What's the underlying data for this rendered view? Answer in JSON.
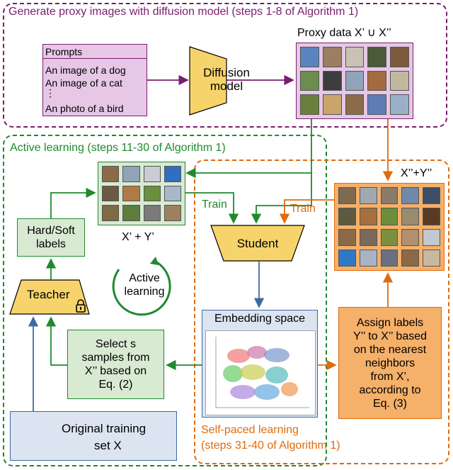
{
  "regions": {
    "diffusion": {
      "title": "Generate proxy images with diffusion model (steps 1-8 of Algorithm 1)",
      "color": "#7b1d6f"
    },
    "active": {
      "title": "Active learning (steps 11-30 of Algorithm 1)",
      "color": "#1f8a2e"
    },
    "selfpaced": {
      "title_line1": "Self-paced learning",
      "title_line2": "(steps 31-40 of Algorithm 1)",
      "color": "#e06b0c"
    }
  },
  "prompts": {
    "header": "Prompts",
    "items": [
      "An image of a dog",
      "An image of a cat",
      "⋮",
      "An photo of a bird"
    ]
  },
  "diffusion_model": {
    "line1": "Diffusion",
    "line2": "model"
  },
  "proxy_data": {
    "label": "Proxy data X’ ∪ X’’"
  },
  "xy_prime": {
    "label": "X’ + Y’"
  },
  "xy_double": {
    "label": "X’’+Y’’"
  },
  "train_label_green": "Train",
  "train_label_orange": "Train",
  "student": "Student",
  "embedding": {
    "title": "Embedding space"
  },
  "assign_labels": {
    "lines": [
      "Assign labels",
      "Y’’ to X’’ based",
      "on the nearest",
      "neighbors",
      "from X’,",
      "according to",
      "Eq. (3)"
    ]
  },
  "hard_soft": {
    "line1": "Hard/Soft",
    "line2": "labels"
  },
  "teacher": "Teacher",
  "active_cycle": {
    "line1": "Active",
    "line2": "learning"
  },
  "select": {
    "lines": [
      "Select s",
      "samples from",
      "X’’  based on",
      "Eq. (2)"
    ]
  },
  "original": {
    "line1": "Original training",
    "line2": "set X"
  },
  "icons": [
    "database-icon",
    "lock-icon",
    "cycle-arrow-icon"
  ],
  "colors": {
    "purple_fill": "#e6c7e6",
    "purple_border": "#7b1d6f",
    "yellow_fill": "#f7d36b",
    "green_fill": "#d8ead2",
    "green_border": "#1f8a2e",
    "orange_fill": "#f5b06a",
    "orange_border": "#e06b0c",
    "blue_fill": "#dbe4f0",
    "blue_border": "#3d6aa6"
  }
}
